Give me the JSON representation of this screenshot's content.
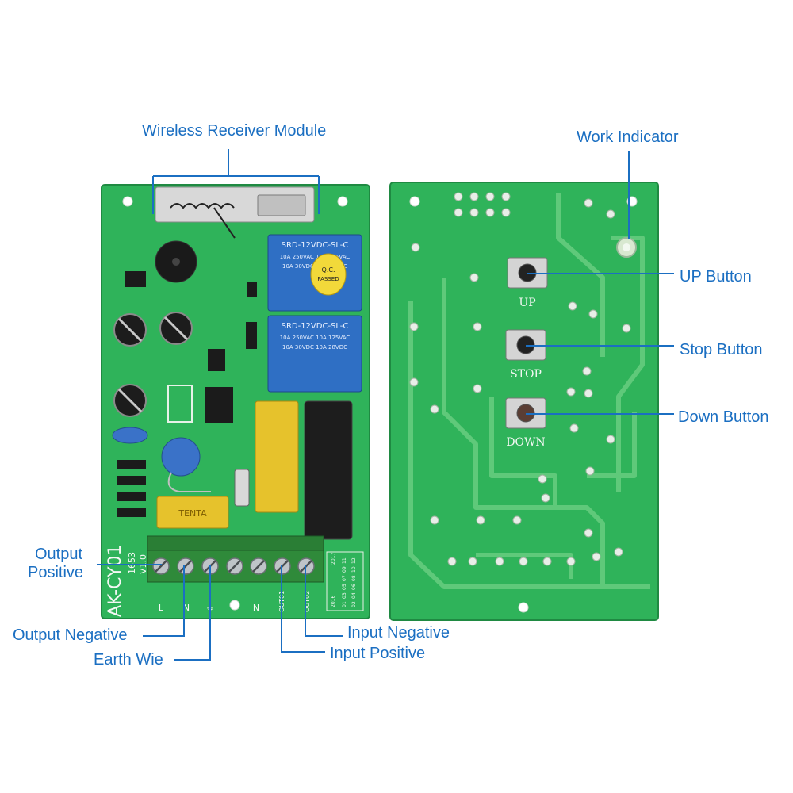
{
  "callouts": {
    "wireless_receiver": "Wireless Receiver Module",
    "work_indicator": "Work Indicator",
    "up_button": "UP Button",
    "stop_button": "Stop Button",
    "down_button": "Down Button",
    "output_positive_line1": "Output",
    "output_positive_line2": "Positive",
    "output_negative": "Output Negative",
    "earth_wire": "Earth Wie",
    "input_negative": "Input Negative",
    "input_positive": "Input Positive"
  },
  "front_board": {
    "model": "AK-CY01",
    "code_a": "1653",
    "code_b": "V1.0",
    "relay_model": "SRD-12VDC-SL-C",
    "relay_rating_1": "10A 250VAC 10A 125VAC",
    "relay_rating_2": "10A 30VDC 10A 28VDC",
    "qc_sticker_1": "Q.C.",
    "qc_sticker_2": "PASSED",
    "capacitor_brand": "TENTA",
    "terminal_labels": [
      "L",
      "N",
      "⏚",
      "N",
      "OUT01",
      "OUT02"
    ],
    "date_grid": [
      "2016",
      "2017",
      "01",
      "02",
      "03",
      "04",
      "05",
      "06",
      "07",
      "08",
      "09",
      "10",
      "11",
      "12"
    ]
  },
  "back_board": {
    "up_label": "UP",
    "stop_label": "STOP",
    "down_label": "DOWN"
  },
  "colors": {
    "callout": "#1b6fc2",
    "pcb": "#2fb35a",
    "trace": "#5fc97a",
    "relay": "#2f6fc4",
    "yellow_cap": "#e6c22c",
    "terminal": "#2f8a3a"
  }
}
